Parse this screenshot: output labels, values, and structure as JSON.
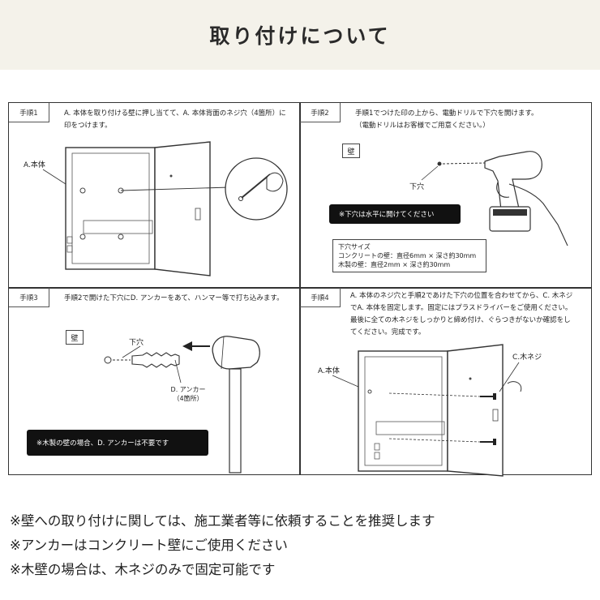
{
  "header": {
    "title": "取り付けについて"
  },
  "steps": [
    {
      "tag": "手順1",
      "text_lines": [
        "A. 本体を取り付ける壁に押し当てて、A. 本体背面のネジ穴（4箇所）に",
        "印をつけます。"
      ],
      "label_body": "A.本体"
    },
    {
      "tag": "手順2",
      "text_lines": [
        "手順1でつけた印の上から、電動ドリルで下穴を開けます。",
        "（電動ドリルはお客様でご用意ください。）"
      ],
      "wall_label": "壁",
      "hole_label": "下穴",
      "note": "※下穴は水平に開けてください",
      "size_lines": [
        "下穴サイズ",
        "コンクリートの壁：直径6mm × 深さ約30mm",
        "木製の壁：直径2mm × 深さ約30mm"
      ]
    },
    {
      "tag": "手順3",
      "text_lines": [
        "手順2で開けた下穴にD. アンカーをあて、ハンマー等で打ち込みます。"
      ],
      "wall_label": "壁",
      "hole_label": "下穴",
      "anchor_lines": [
        "D. アンカー",
        "（4箇所）"
      ],
      "note": "※木製の壁の場合、D. アンカーは不要です"
    },
    {
      "tag": "手順4",
      "text_lines": [
        "A. 本体のネジ穴と手順2であけた下穴の位置を合わせてから、C. 木ネジ",
        "でA. 本体を固定します。固定にはプラスドライバーをご使用ください。",
        "最後に全ての木ネジをしっかりと締め付け、ぐらつきがないか確認をし",
        "てください。完成です。"
      ],
      "label_body": "A.本体",
      "label_screw": "C.木ネジ"
    }
  ],
  "footer_notes": [
    "※壁への取り付けに関しては、施工業者等に依頼することを推奨します",
    "※アンカーはコンクリート壁にご使用ください",
    "※木壁の場合は、木ネジのみで固定可能です"
  ]
}
